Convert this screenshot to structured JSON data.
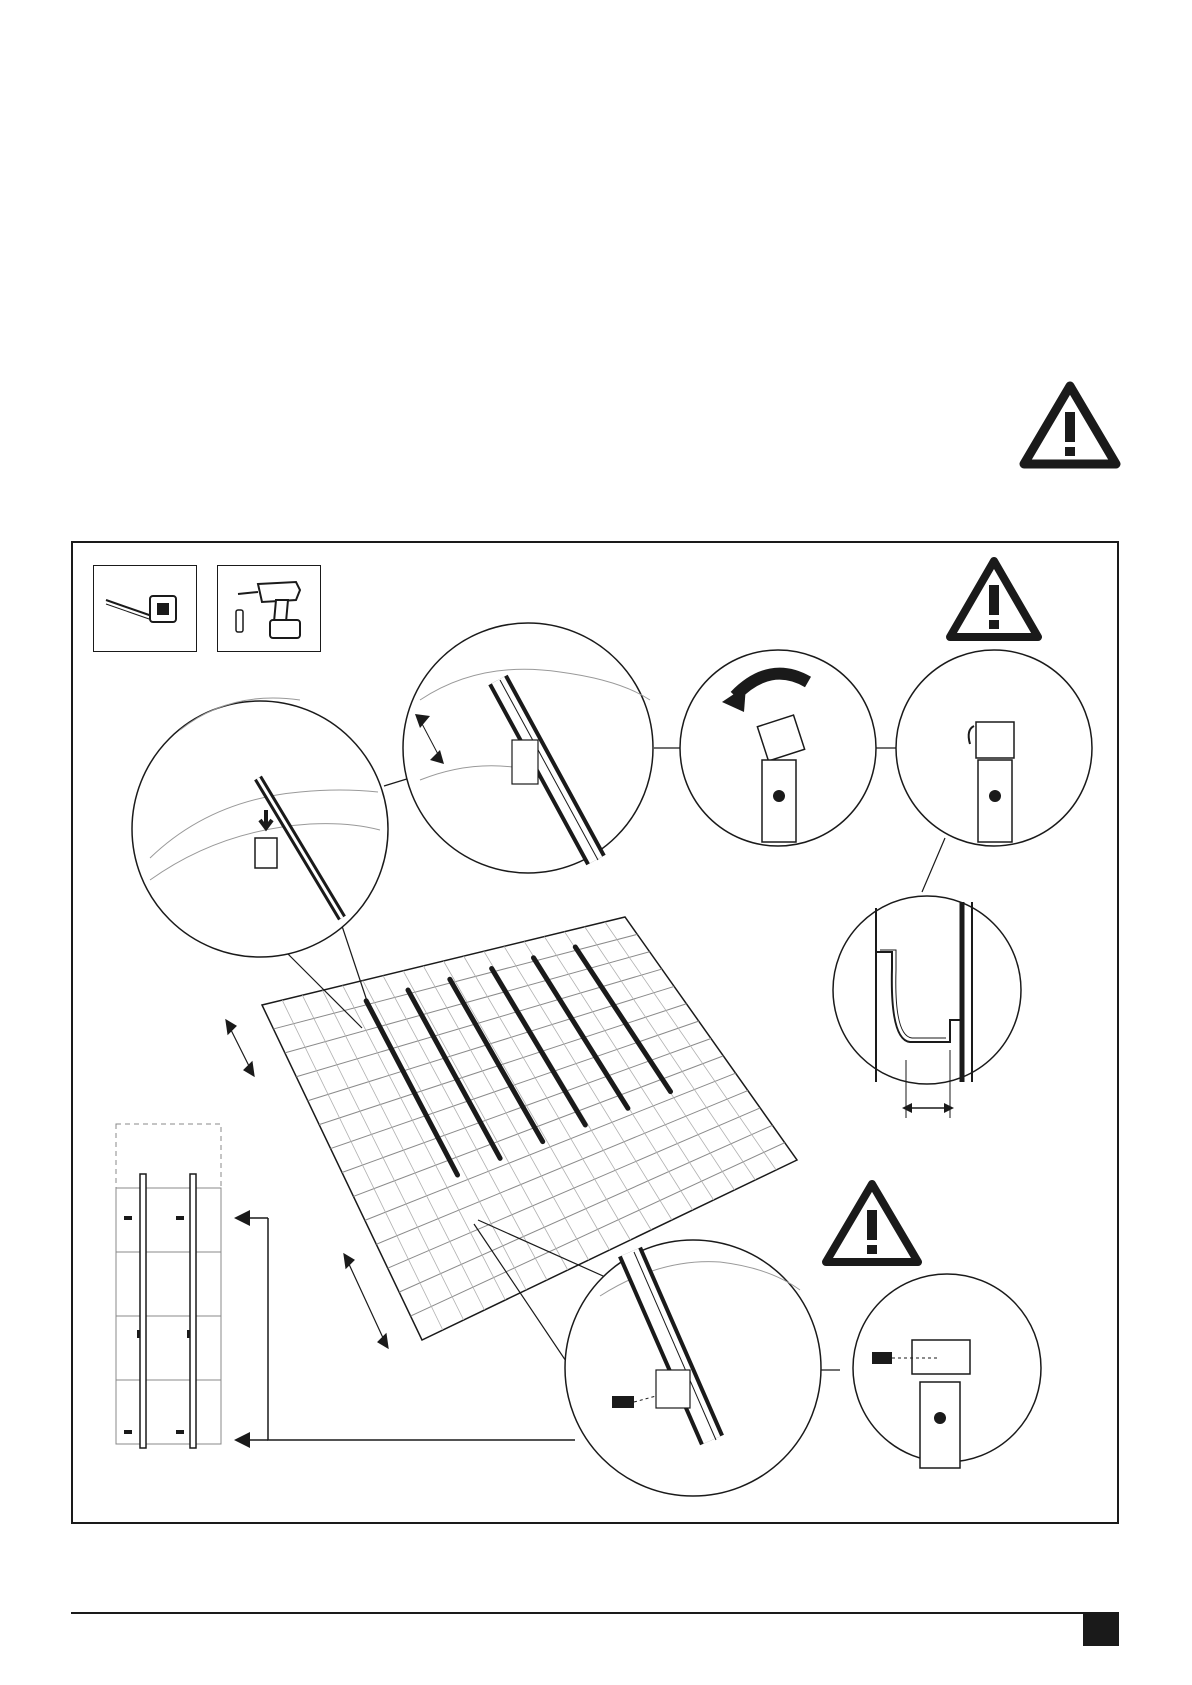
{
  "page": {
    "icons": {
      "page_warning": "warning-triangle-icon",
      "tape_measure": "tape-measure-icon",
      "drill": "cordless-drill-icon"
    },
    "colors": {
      "ink": "#1a1a1a",
      "paper": "#ffffff",
      "line": "#333333",
      "tile_line": "#7a7a7a"
    }
  },
  "diagram": {
    "tools": [
      "tape-measure-icon",
      "cordless-drill-icon"
    ],
    "rail_count": 6,
    "detail_circle_count": 7,
    "layout_module_rows": 4
  }
}
